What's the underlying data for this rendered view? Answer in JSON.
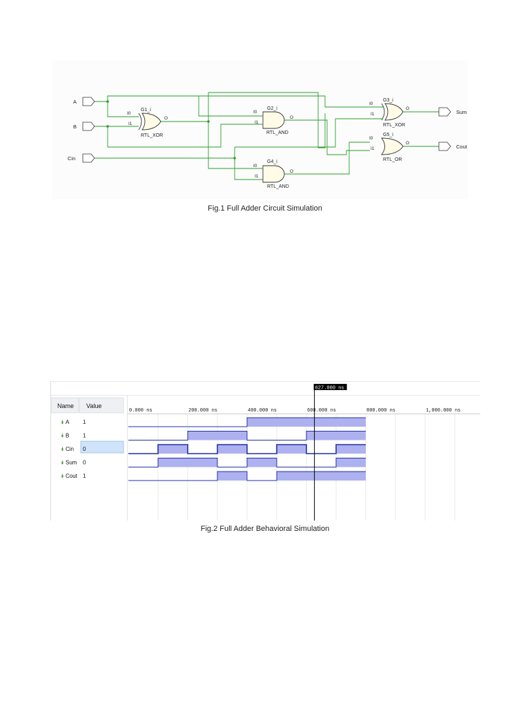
{
  "figure1": {
    "caption": "Fig.1 Full Adder Circuit Simulation",
    "inputs": [
      "A",
      "B",
      "Cin"
    ],
    "outputs": [
      "Sum",
      "Cout"
    ],
    "gates": [
      {
        "name": "G1_i",
        "type": "RTL_XOR",
        "pins": [
          "I0",
          "I1",
          "O"
        ]
      },
      {
        "name": "G2_i",
        "type": "RTL_AND",
        "pins": [
          "I0",
          "I1",
          "O"
        ]
      },
      {
        "name": "G3_i",
        "type": "RTL_XOR",
        "pins": [
          "I0",
          "I1",
          "O"
        ]
      },
      {
        "name": "G4_i",
        "type": "RTL_AND",
        "pins": [
          "I0",
          "I1",
          "O"
        ]
      },
      {
        "name": "G5_i",
        "type": "RTL_OR",
        "pins": [
          "I0",
          "I1",
          "O"
        ]
      }
    ]
  },
  "figure2": {
    "caption": "Fig.2 Full Adder Behavioral Simulation",
    "cursor_label": "627.000 ns",
    "cursor_time": 627,
    "headers": {
      "name": "Name",
      "value": "Value"
    },
    "time_labels": [
      "0.000 ns",
      "200.000 ns",
      "400.000 ns",
      "600.000 ns",
      "800.000 ns",
      "1,000.000 ns"
    ],
    "signals": [
      {
        "name": "A",
        "value": "1"
      },
      {
        "name": "B",
        "value": "1"
      },
      {
        "name": "Cin",
        "value": "0"
      },
      {
        "name": "Sum",
        "value": "0"
      },
      {
        "name": "Cout",
        "value": "1"
      }
    ],
    "colors": {
      "wave_fill": "#aeb1ef",
      "wave_line": "#2231a6",
      "selected_row": "#cfe4fb",
      "cursor": "#000000"
    }
  },
  "chart_data": {
    "type": "line",
    "x_unit": "ns",
    "xlim": [
      0,
      1200
    ],
    "x": [
      0,
      100,
      200,
      300,
      400,
      500,
      600,
      700,
      800
    ],
    "series": [
      {
        "name": "A",
        "values": [
          0,
          0,
          0,
          0,
          1,
          1,
          1,
          1
        ]
      },
      {
        "name": "B",
        "values": [
          0,
          0,
          1,
          1,
          0,
          0,
          1,
          1
        ]
      },
      {
        "name": "Cin",
        "values": [
          0,
          1,
          0,
          1,
          0,
          1,
          0,
          1
        ]
      },
      {
        "name": "Sum",
        "values": [
          0,
          1,
          1,
          0,
          1,
          0,
          0,
          1
        ]
      },
      {
        "name": "Cout",
        "values": [
          0,
          0,
          0,
          1,
          0,
          1,
          1,
          1
        ]
      }
    ]
  }
}
